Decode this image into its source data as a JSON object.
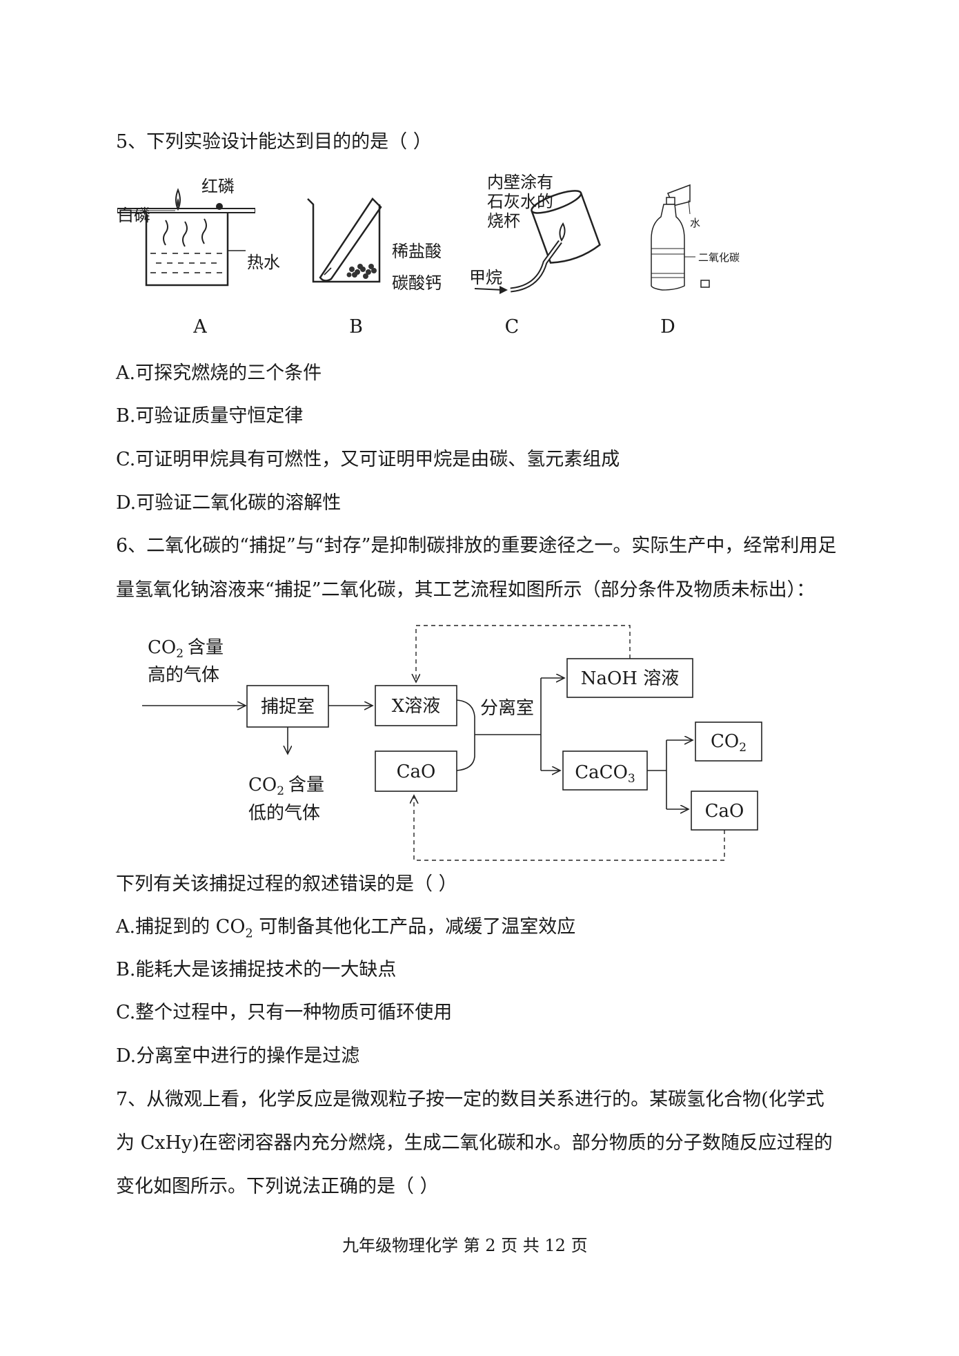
{
  "q5": {
    "stem": "5、下列实验设计能达到目的的是（      ）",
    "figures": {
      "a": {
        "label": "A",
        "white_p": "白磷",
        "red_p": "红磷",
        "hot_water": "热水"
      },
      "b": {
        "label": "B",
        "acid": "稀盐酸",
        "caco3": "碳酸钙"
      },
      "c": {
        "label": "C",
        "beaker_line1": "内壁涂有",
        "beaker_line2": "石灰水的",
        "beaker_line3": "烧杯",
        "methane": "甲烷"
      },
      "d": {
        "label": "D",
        "water": "水",
        "co2": "二氧化碳"
      }
    },
    "options": [
      "A.可探究燃烧的三个条件",
      "B.可验证质量守恒定律",
      "C.可证明甲烷具有可燃性，又可证明甲烷是由碳、氢元素组成",
      "D.可验证二氧化碳的溶解性"
    ]
  },
  "q6": {
    "stem_line1": "6、二氧化碳的“捕捉”与“封存”是抑制碳排放的重要途径之一。实际生产中，经常利用足",
    "stem_line2": "量氢氧化钠溶液来“捕捉”二氧化碳，其工艺流程如图所示（部分条件及物质未标出）：",
    "flow": {
      "input_line1": "含量",
      "input_line2": "高的气体",
      "output_line1": "含量",
      "output_line2": "低的气体",
      "co2_prefix": "CO",
      "co2_sub": "2",
      "capture_room": "捕捉室",
      "x_solution": "X溶液",
      "cao_left": "CaO",
      "separation_room": "分离室",
      "naoh_solution": "NaOH 溶液",
      "caco3_prefix": "CaCO",
      "caco3_sub": "3",
      "co2_box_prefix": "CO",
      "co2_box_sub": "2",
      "cao_right": "CaO"
    },
    "question": "下列有关该捕捉过程的叙述错误的是（      ）",
    "options": {
      "a_prefix": "A.捕捉到的 CO",
      "a_sub": "2",
      "a_suffix": " 可制备其他化工产品，减缓了温室效应",
      "b": "B.能耗大是该捕捉技术的一大缺点",
      "c": "C.整个过程中，只有一种物质可循环使用",
      "d": "D.分离室中进行的操作是过滤"
    }
  },
  "q7": {
    "line1": "7、从微观上看，化学反应是微观粒子按一定的数目关系进行的。某碳氢化合物(化学式",
    "line2": "为 CxHy)在密闭容器内充分燃烧，生成二氧化碳和水。部分物质的分子数随反应过程的",
    "line3": "变化如图所示。下列说法正确的是（      ）"
  },
  "footer": "九年级物理化学  第  2  页  共  12  页"
}
